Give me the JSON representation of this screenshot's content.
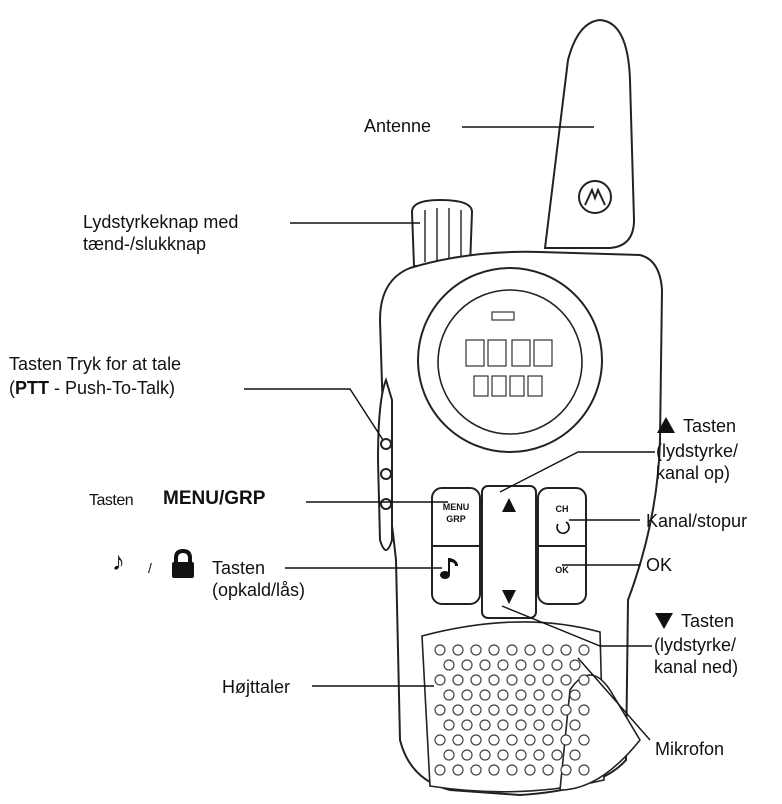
{
  "labels": {
    "antenne": "Antenne",
    "volume_knob_l1": "Lydstyrkeknap med",
    "volume_knob_l2": "tænd-/slukknap",
    "ptt_l1": "Tasten Tryk for at tale",
    "ptt_l2_bold": "PTT",
    "ptt_l2_rest": " - Push-To-Talk)",
    "ptt_l2_open": "(",
    "menu_prefix": "Tasten",
    "menu_name": "MENU/GRP",
    "call_lock_sep": "/",
    "call_lock_l1": "Tasten",
    "call_lock_l2": "(opkald/lås)",
    "up_l1": "Tasten",
    "up_l2": "(lydstyrke/",
    "up_l3": "kanal op)",
    "channel_timer": "Kanal/stopur",
    "ok": "OK",
    "down_l1": "Tasten",
    "down_l2": "(lydstyrke/",
    "down_l3": "kanal ned)",
    "speaker": "Højttaler",
    "microphone": "Mikrofon"
  },
  "device_keys": {
    "menu_top": "MENU",
    "menu_bottom": "GRP",
    "ch": "CH",
    "ok": "OK"
  },
  "icons": [
    "note-icon",
    "lock-icon",
    "up-triangle-icon",
    "down-triangle-icon",
    "brand-logo-icon"
  ]
}
